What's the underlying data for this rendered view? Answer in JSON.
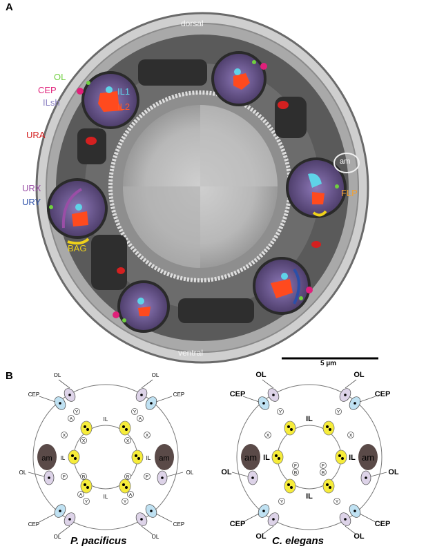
{
  "panelA": {
    "letter": "A",
    "orientation": {
      "top": "dorsal",
      "bottom": "ventral"
    },
    "labels": [
      {
        "id": "OL",
        "text": "OL",
        "color": "#6fcf3f"
      },
      {
        "id": "CEP",
        "text": "CEP",
        "color": "#e0207a"
      },
      {
        "id": "ILsh",
        "text": "ILsh",
        "color": "#8a7fc2"
      },
      {
        "id": "IL1",
        "text": "IL1",
        "color": "#5fd3e8"
      },
      {
        "id": "IL2",
        "text": "IL2",
        "color": "#ff5a2a"
      },
      {
        "id": "URA",
        "text": "URA",
        "color": "#d42020"
      },
      {
        "id": "URX",
        "text": "URX",
        "color": "#9a4ea6"
      },
      {
        "id": "URY",
        "text": "URY",
        "color": "#2b4fa8"
      },
      {
        "id": "BAG",
        "text": "BAG",
        "color": "#f0d21a"
      },
      {
        "id": "FLP",
        "text": "FLP",
        "color": "#f0a033"
      },
      {
        "id": "am",
        "text": "am",
        "color": "#ffffff"
      }
    ],
    "scalebar": "5 µm"
  },
  "panelB": {
    "letter": "B",
    "diagrams": [
      {
        "species": "P. pacificus"
      },
      {
        "species": "C. elegans"
      }
    ],
    "terms": {
      "OL": "OL",
      "CEP": "CEP",
      "IL": "IL",
      "am": "am"
    },
    "small_letters": {
      "A": "A",
      "Y": "Y",
      "X": "X",
      "F": "F",
      "B": "B"
    },
    "colors": {
      "OL": "#ddd3e8",
      "CEP": "#bfe1f2",
      "IL": "#f6ec3a",
      "am": "#5a4a48"
    }
  }
}
